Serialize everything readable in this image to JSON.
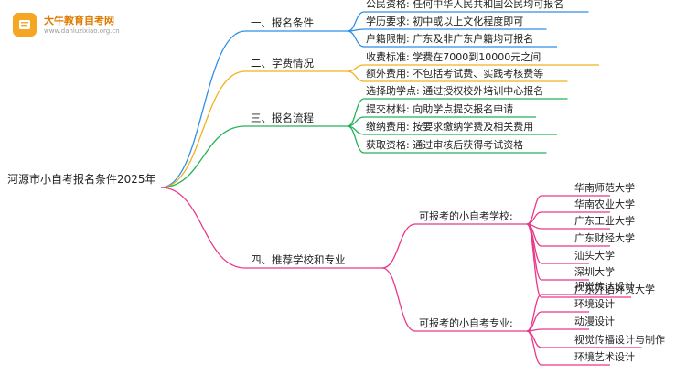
{
  "logo": {
    "title": "大牛教育自考网",
    "url": "www.daniuzixiao.org.cn"
  },
  "mindmap": {
    "root": "河源市小自考报名条件2025年",
    "sections": [
      {
        "label": "一、报名条件",
        "color": "#2f8fe6",
        "children": [
          "公民资格: 任何中华人民共和国公民均可报名",
          "学历要求: 初中或以上文化程度即可",
          "户籍限制: 广东及非广东户籍均可报名"
        ]
      },
      {
        "label": "二、学费情况",
        "color": "#f0b21c",
        "children": [
          "收费标准: 学费在7000到10000元之间",
          "额外费用: 不包括考试费、实践考核费等"
        ]
      },
      {
        "label": "三、报名流程",
        "color": "#25b25b",
        "children": [
          "选择助学点: 通过授权校外培训中心报名",
          "提交材料: 向助学点提交报名申请",
          "缴纳费用: 按要求缴纳学费及相关费用",
          "获取资格: 通过审核后获得考试资格"
        ]
      },
      {
        "label": "四、推荐学校和专业",
        "color": "#e8388a",
        "groups": [
          {
            "label": "可报考的小自考学校:",
            "children": [
              "华南师范大学",
              "华南农业大学",
              "广东工业大学",
              "广东财经大学",
              "汕头大学",
              "深圳大学",
              "广东外语外贸大学"
            ]
          },
          {
            "label": "可报考的小自考专业:",
            "children": [
              "视觉传达设计",
              "环境设计",
              "动漫设计",
              "视觉传播设计与制作",
              "环境艺术设计"
            ]
          }
        ]
      }
    ]
  }
}
